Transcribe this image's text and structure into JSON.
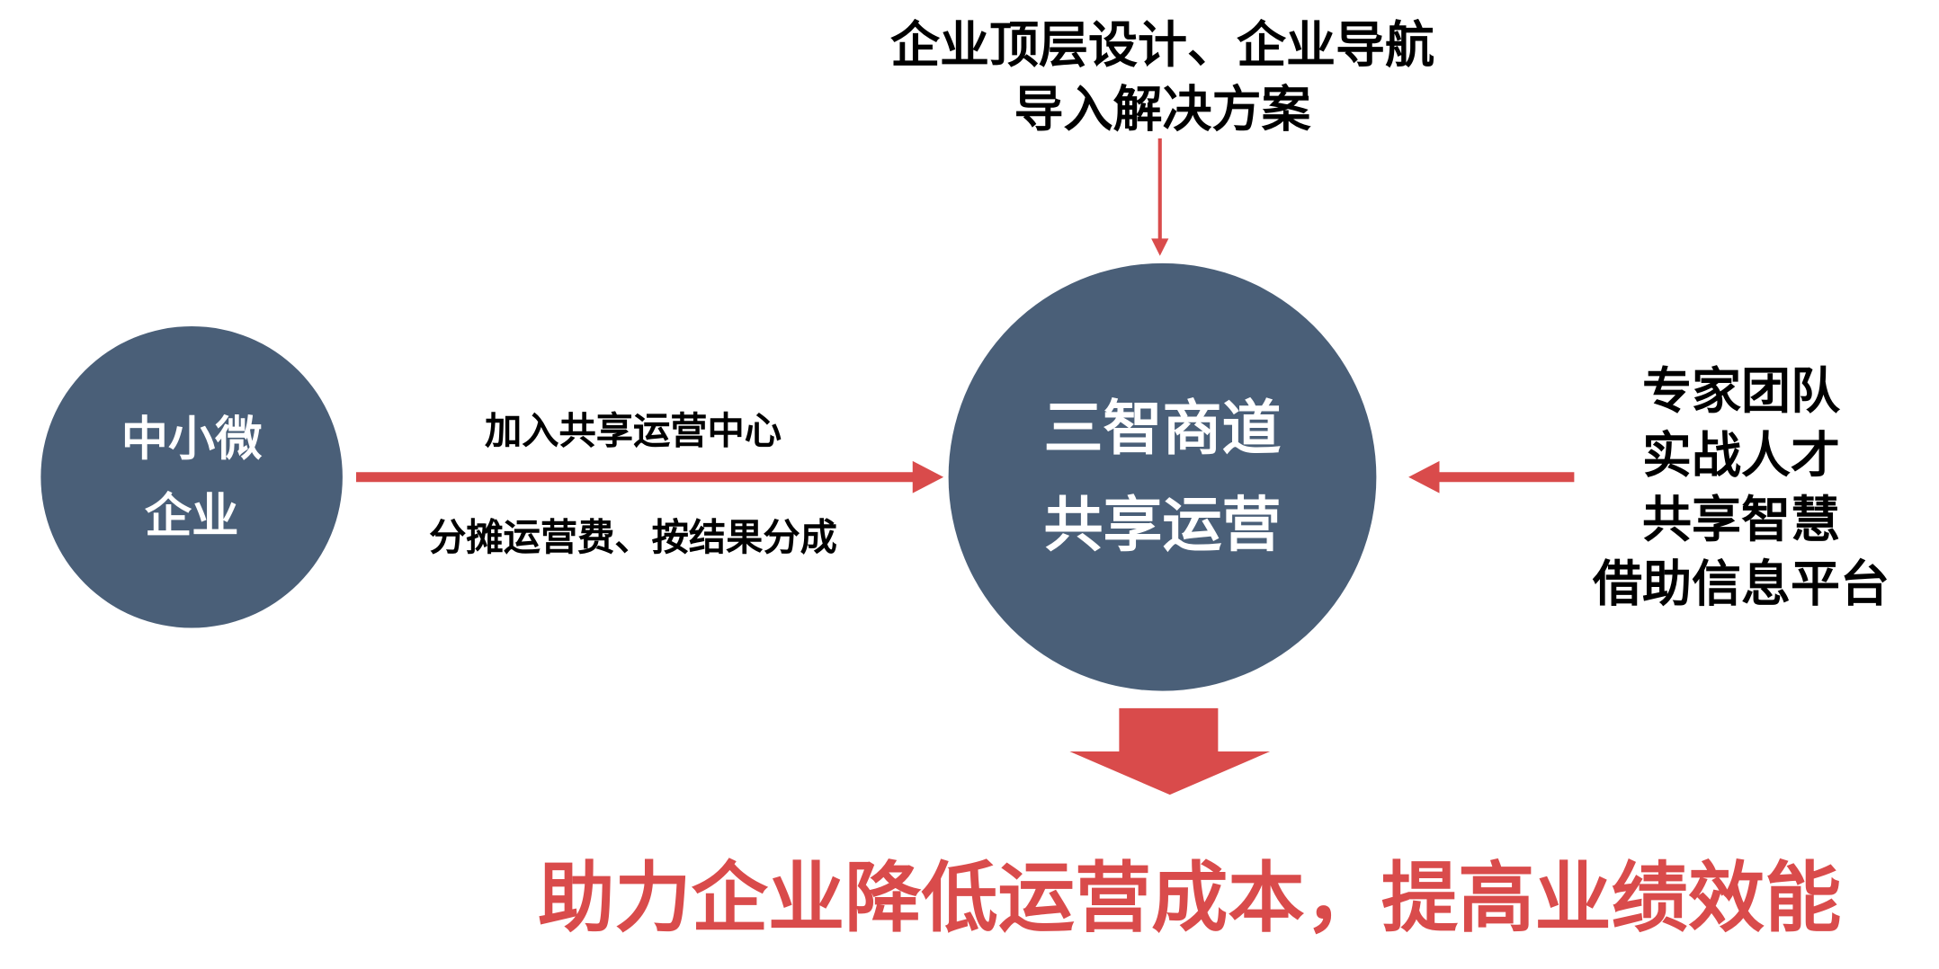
{
  "top_text": {
    "line1": "企业顶层设计、企业导航",
    "line2": "导入解决方案"
  },
  "left_circle": {
    "line1": "中小微",
    "line2": "企业"
  },
  "center_circle": {
    "line1": "三智商道",
    "line2": "共享运营"
  },
  "arrow_labels": {
    "above": "加入共享运营中心",
    "below": "分摊运营费、按结果分成"
  },
  "right_text": [
    "专家团队",
    "实战人才",
    "共享智慧",
    "借助信息平台"
  ],
  "bottom_text": "助力企业降低运营成本，提高业绩效能",
  "colors": {
    "circle": "#4a5f78",
    "accent": "#d94b4b"
  }
}
